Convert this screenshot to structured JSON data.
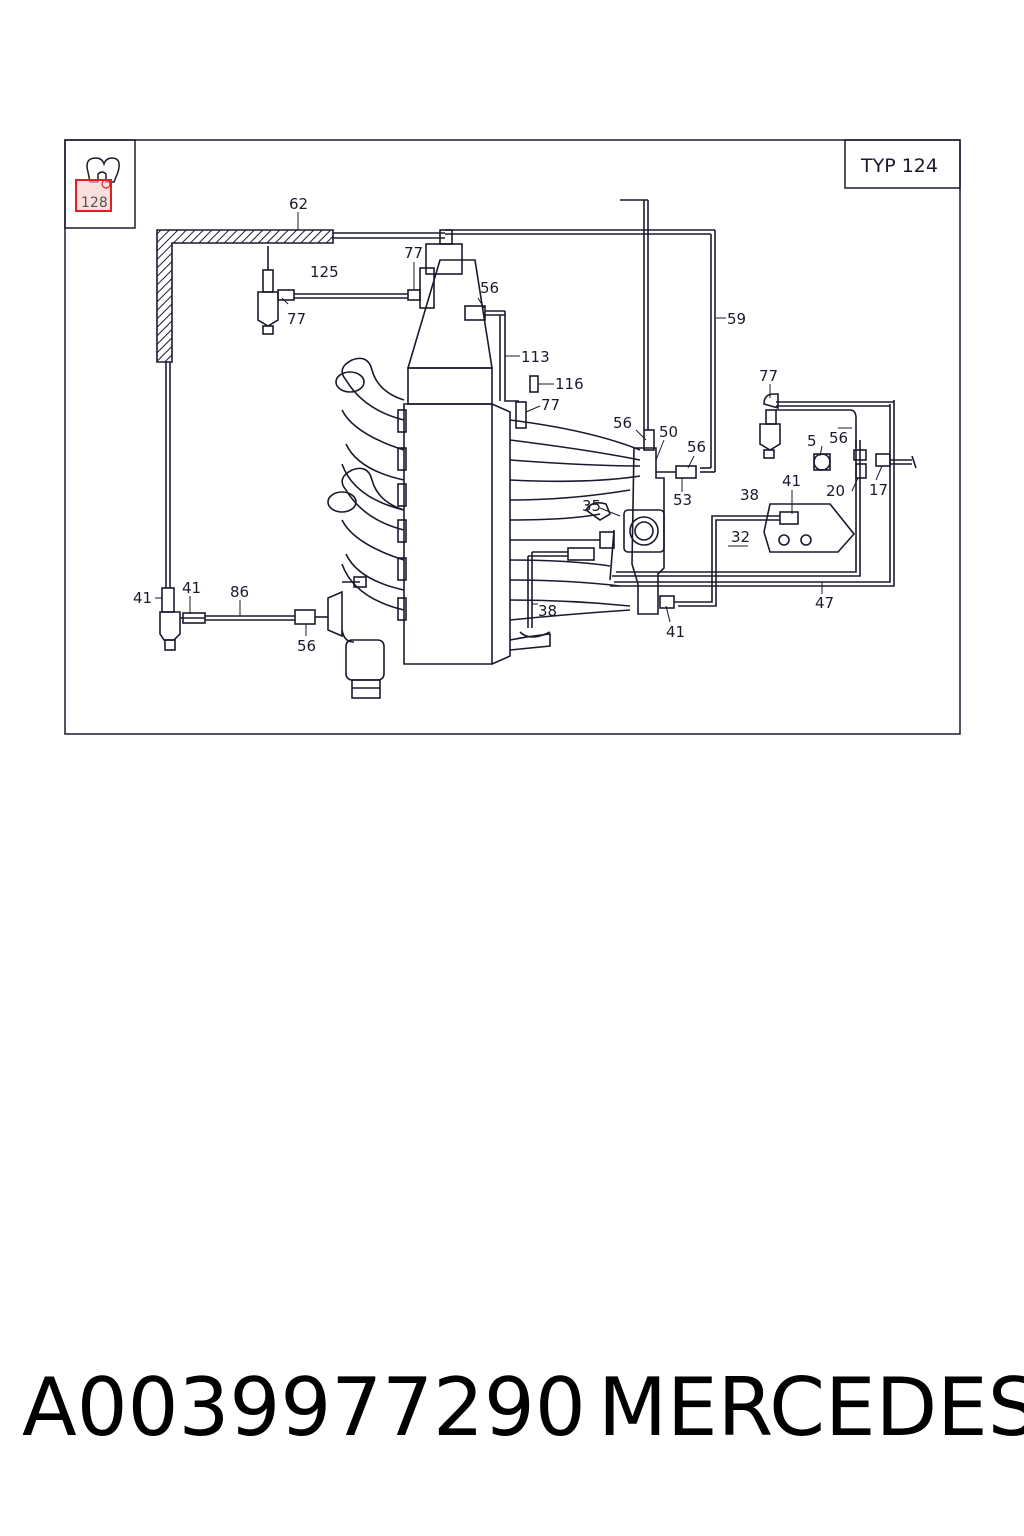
{
  "diagram": {
    "typ_label": "TYP 124",
    "highlight_label": "128",
    "labels": [
      "62",
      "77",
      "125",
      "77",
      "56",
      "59",
      "113",
      "116",
      "77",
      "56",
      "50",
      "56",
      "53",
      "77",
      "5",
      "56",
      "20",
      "17",
      "41",
      "38",
      "35",
      "32",
      "47",
      "41",
      "38",
      "41",
      "41",
      "86",
      "56"
    ]
  },
  "footer": {
    "part_number": "A0039977290",
    "brand": "MERCEDES"
  },
  "colors": {
    "line": "#1a1a2e",
    "highlight": "#e02020"
  }
}
